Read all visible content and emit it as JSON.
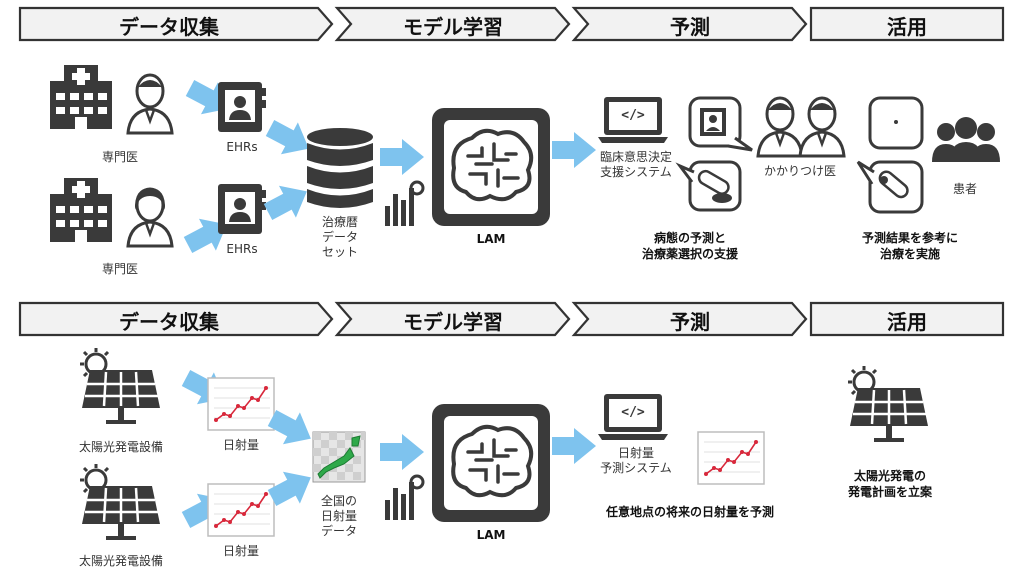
{
  "section1": {
    "headers": [
      "データ収集",
      "モデル学習",
      "予測",
      "活用"
    ],
    "specialist_label_1": "専門医",
    "specialist_label_2": "専門医",
    "ehrs_label_1": "EHRs",
    "ehrs_label_2": "EHRs",
    "dataset_label": "治療暦\nデータ\nセット",
    "lam_label": "LAM",
    "system_label": "臨床意思決定\n支援システム",
    "gp_label": "かかりつけ医",
    "prediction_caption": "病態の予測と\n治療薬選択の支援",
    "patient_label": "患者",
    "utilization_caption": "予測結果を参考に\n治療を実施",
    "code_glyph": "</>"
  },
  "section2": {
    "headers": [
      "データ収集",
      "モデル学習",
      "予測",
      "活用"
    ],
    "solar_label_1": "太陽光発電設備",
    "solar_label_2": "太陽光発電設備",
    "irradiance_label_1": "日射量",
    "irradiance_label_2": "日射量",
    "national_data_label": "全国の\n日射量\nデータ",
    "lam_label": "LAM",
    "system_label": "日射量\n予測システム",
    "prediction_caption": "任意地点の将来の日射量を予測",
    "utilization_caption": "太陽光発電の\n発電計画を立案",
    "code_glyph": "</>"
  },
  "colors": {
    "arrow": "#7ec3ee",
    "icon": "#3a3a3a",
    "chevron_fill": "#f2f2f2",
    "chevron_stroke": "#333333",
    "chart_line": "#d8283b"
  }
}
